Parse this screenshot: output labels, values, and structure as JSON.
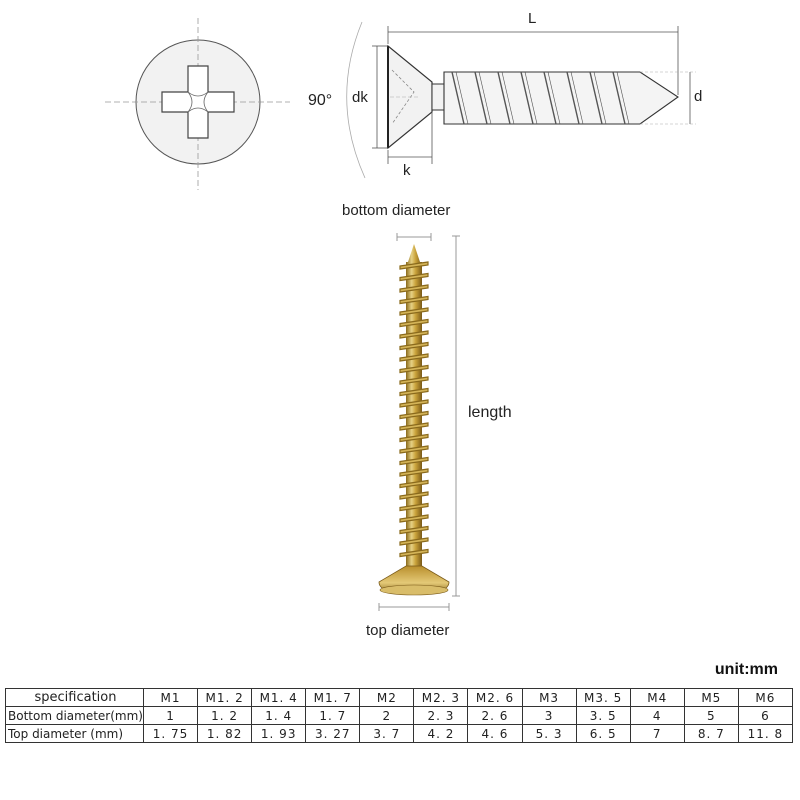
{
  "diagram": {
    "angle_label": "90°",
    "length_label": "L",
    "head_diameter_label": "dk",
    "thread_diameter_label": "d",
    "head_height_label": "k"
  },
  "photo": {
    "bottom_label": "bottom diameter",
    "length_label": "length",
    "top_label": "top diameter",
    "colors": {
      "zinc_yellow": "#c9a23a",
      "zinc_dark": "#8a6a1c",
      "zinc_light": "#e6d184"
    }
  },
  "table": {
    "unit": "unit:mm",
    "rows": [
      {
        "label": "specification",
        "values": [
          "M1",
          "M1. 2",
          "M1. 4",
          "M1. 7",
          "M2",
          "M2. 3",
          "M2. 6",
          "M3",
          "M3. 5",
          "M4",
          "M5",
          "M6"
        ]
      },
      {
        "label": "Bottom diameter(mm)",
        "values": [
          "1",
          "1. 2",
          "1. 4",
          "1. 7",
          "2",
          "2. 3",
          "2. 6",
          "3",
          "3. 5",
          "4",
          "5",
          "6"
        ]
      },
      {
        "label": "Top diameter (mm)",
        "values": [
          "1. 75",
          "1. 82",
          "1. 93",
          "3. 27",
          "3. 7",
          "4. 2",
          "4. 6",
          "5. 3",
          "6. 5",
          "7",
          "8. 7",
          "11. 8"
        ]
      }
    ]
  }
}
